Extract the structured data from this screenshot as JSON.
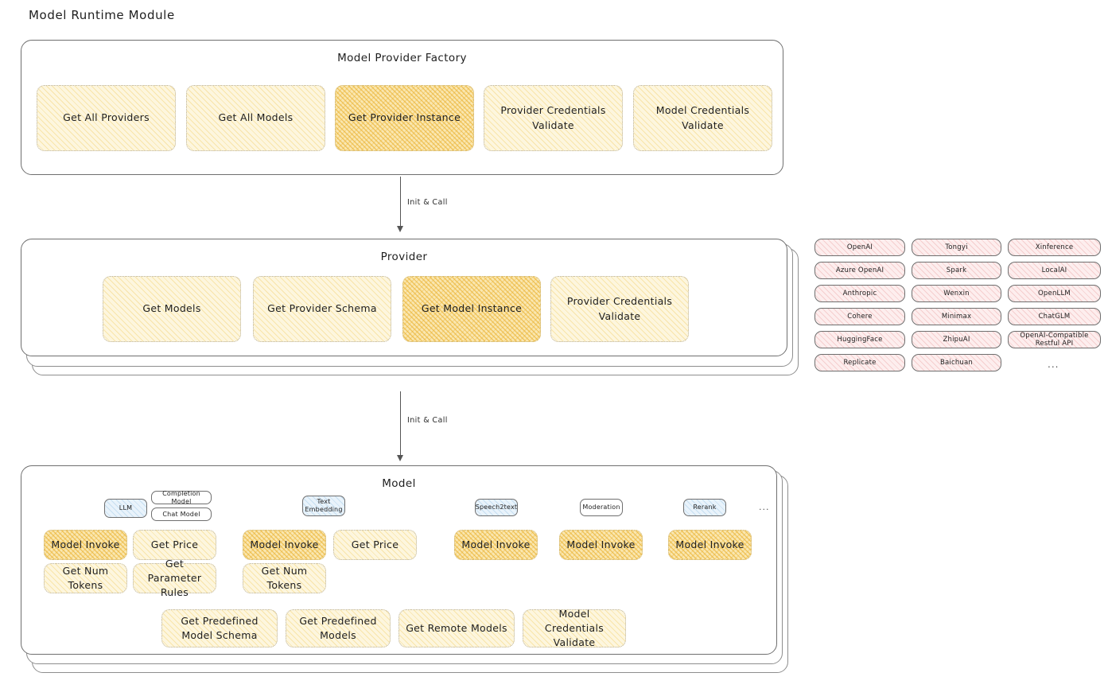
{
  "page": {
    "title": "Model Runtime Module"
  },
  "colors": {
    "chip_fill": "#fdf6de",
    "chip_highlight_fill": "#fae7b0",
    "provider_pill_fill": "#fdeeee",
    "badge_blue_fill": "#e9f3fb",
    "card_border": "#6f6f6f",
    "text": "#1e1e1e"
  },
  "sections": [
    {
      "id": "model-provider-factory",
      "title": "Model Provider Factory",
      "chips": [
        {
          "label": "Get All Providers",
          "highlight": false
        },
        {
          "label": "Get All Models",
          "highlight": false
        },
        {
          "label": "Get Provider Instance",
          "highlight": true
        },
        {
          "label": "Provider Credentials Validate",
          "highlight": false
        },
        {
          "label": "Model Credentials Validate",
          "highlight": false
        }
      ]
    },
    {
      "id": "provider",
      "title": "Provider",
      "chips": [
        {
          "label": "Get Models",
          "highlight": false
        },
        {
          "label": "Get Provider Schema",
          "highlight": false
        },
        {
          "label": "Get Model Instance",
          "highlight": true
        },
        {
          "label": "Provider Credentials Validate",
          "highlight": false
        }
      ]
    },
    {
      "id": "model",
      "title": "Model"
    }
  ],
  "arrows": [
    {
      "label": "Init & Call",
      "from": "model-provider-factory",
      "to": "provider"
    },
    {
      "label": "Init & Call",
      "from": "provider",
      "to": "model"
    }
  ],
  "provider_list": {
    "columns": [
      {
        "items": [
          "OpenAI",
          "Azure OpenAI",
          "Anthropic",
          "Cohere",
          "HuggingFace",
          "Replicate"
        ]
      },
      {
        "items": [
          "Tongyi",
          "Spark",
          "Wenxin",
          "Minimax",
          "ZhipuAI",
          "Baichuan"
        ]
      },
      {
        "items": [
          "Xinference",
          "LocalAI",
          "OpenLLM",
          "ChatGLM",
          "OpenAI-Compatible Restful API"
        ]
      }
    ],
    "more_indicator": "..."
  },
  "model": {
    "more_indicator": "...",
    "types": [
      {
        "badge": "LLM",
        "badge_style": "blue",
        "sub_badges": [
          "Completion Model",
          "Chat Model"
        ],
        "methods": [
          {
            "label": "Model Invoke",
            "highlight": true
          },
          {
            "label": "Get Price",
            "highlight": false
          },
          {
            "label": "Get Num Tokens",
            "highlight": false
          },
          {
            "label": "Get Parameter Rules",
            "highlight": false
          }
        ]
      },
      {
        "badge": "Text Embedding",
        "badge_style": "blue",
        "sub_badges": [],
        "methods": [
          {
            "label": "Model Invoke",
            "highlight": true
          },
          {
            "label": "Get Price",
            "highlight": false
          },
          {
            "label": "Get Num Tokens",
            "highlight": false
          }
        ]
      },
      {
        "badge": "Speech2text",
        "badge_style": "blue",
        "sub_badges": [],
        "methods": [
          {
            "label": "Model Invoke",
            "highlight": true
          }
        ]
      },
      {
        "badge": "Moderation",
        "badge_style": "plain",
        "sub_badges": [],
        "methods": [
          {
            "label": "Model Invoke",
            "highlight": true
          }
        ]
      },
      {
        "badge": "Rerank",
        "badge_style": "blue",
        "sub_badges": [],
        "methods": [
          {
            "label": "Model Invoke",
            "highlight": true
          }
        ]
      }
    ],
    "common_methods": [
      {
        "label": "Get Predefined Model Schema"
      },
      {
        "label": "Get Predefined Models"
      },
      {
        "label": "Get Remote Models"
      },
      {
        "label": "Model Credentials Validate"
      }
    ]
  }
}
